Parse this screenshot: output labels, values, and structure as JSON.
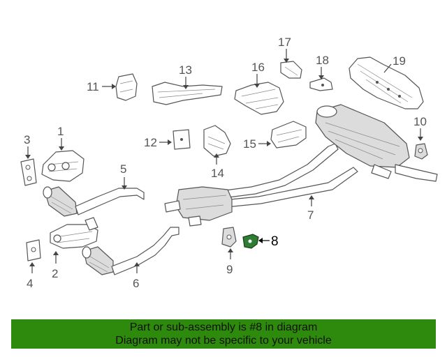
{
  "diagram": {
    "callouts": {
      "c1": "1",
      "c2": "2",
      "c3": "3",
      "c4": "4",
      "c5": "5",
      "c6": "6",
      "c7": "7",
      "c8": "8",
      "c9": "9",
      "c10": "10",
      "c11": "11",
      "c12": "12",
      "c13": "13",
      "c14": "14",
      "c15": "15",
      "c16": "16",
      "c17": "17",
      "c18": "18",
      "c19": "19"
    },
    "highlighted_part": "8",
    "highlight_color": "#2e7d32"
  },
  "banner": {
    "line1": "Part or sub-assembly is #8 in diagram",
    "line2": "Diagram may not be specific to your vehicle",
    "background": "#2e8a0c"
  }
}
